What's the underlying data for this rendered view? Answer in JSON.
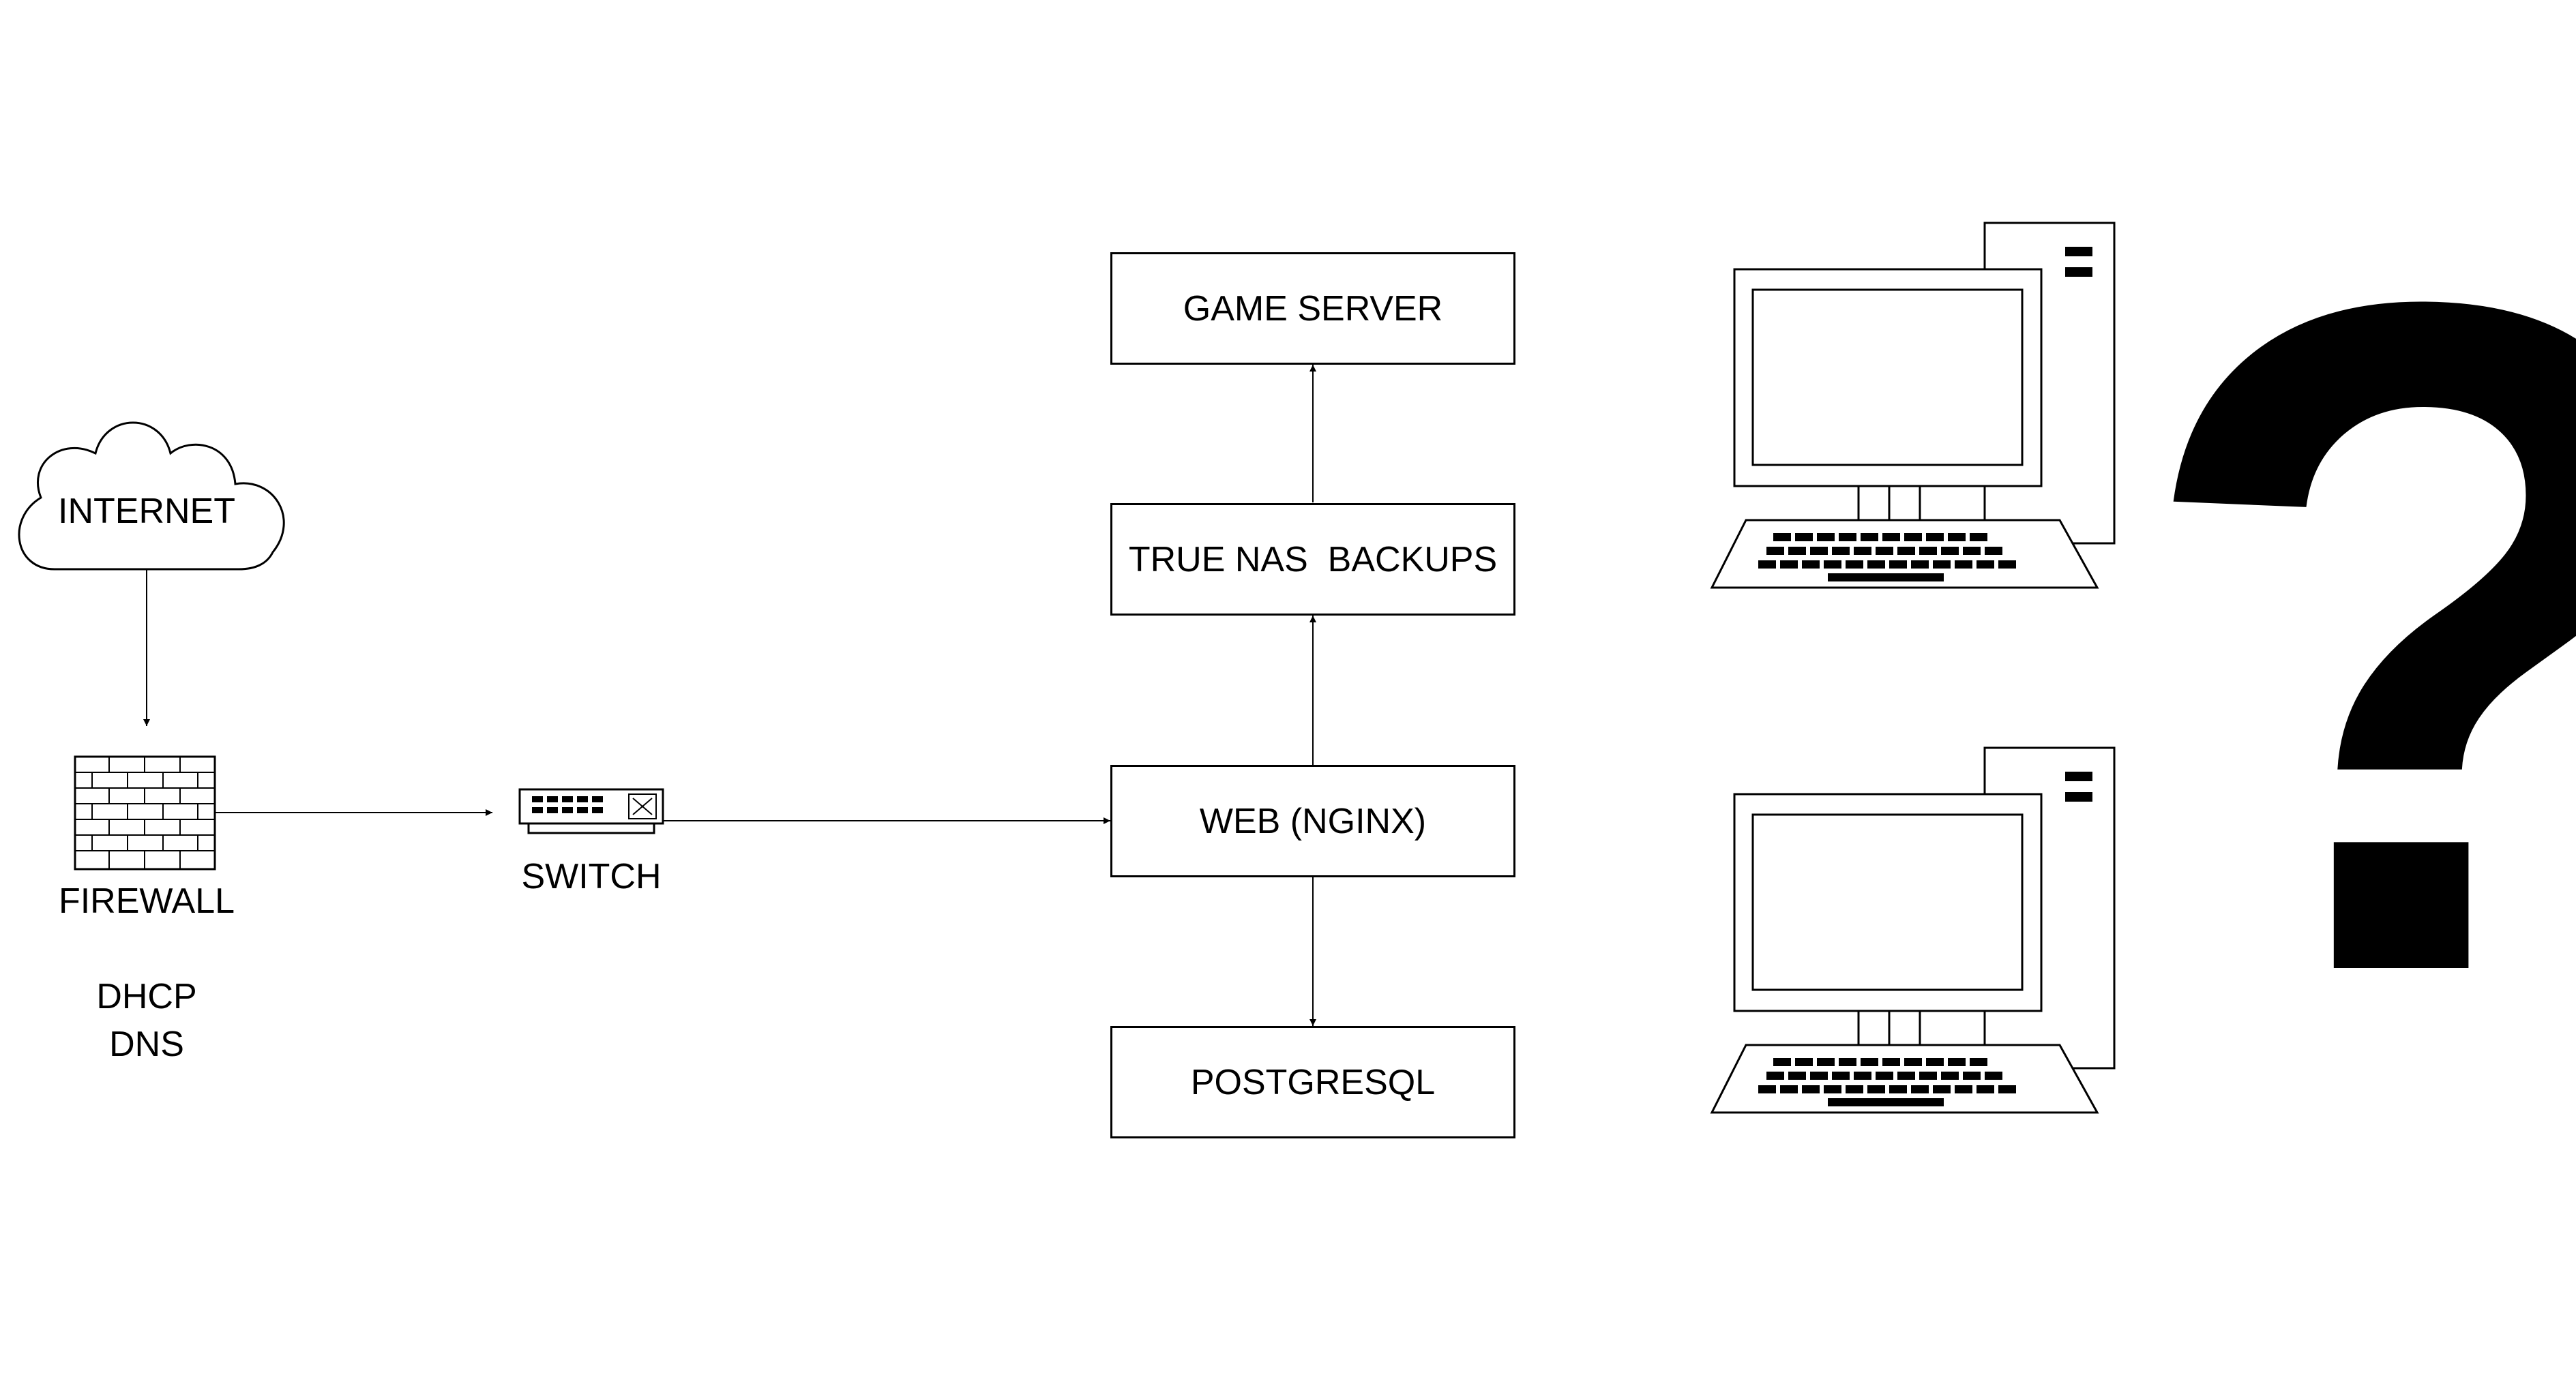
{
  "nodes": {
    "internet": "INTERNET",
    "firewall": "FIREWALL",
    "firewall_services": [
      "DHCP",
      "DNS"
    ],
    "switch": "SWITCH",
    "game_server": "GAME SERVER",
    "truenas": "TRUE NAS  BACKUPS",
    "web": "WEB (NGINX)",
    "postgres": "POSTGRESQL",
    "unknown_mark": "?"
  },
  "icons": [
    "cloud-icon",
    "firewall-icon",
    "switch-icon",
    "desktop-computer-icon",
    "question-mark"
  ],
  "colors": {
    "line": "#000000",
    "background": "#ffffff"
  }
}
